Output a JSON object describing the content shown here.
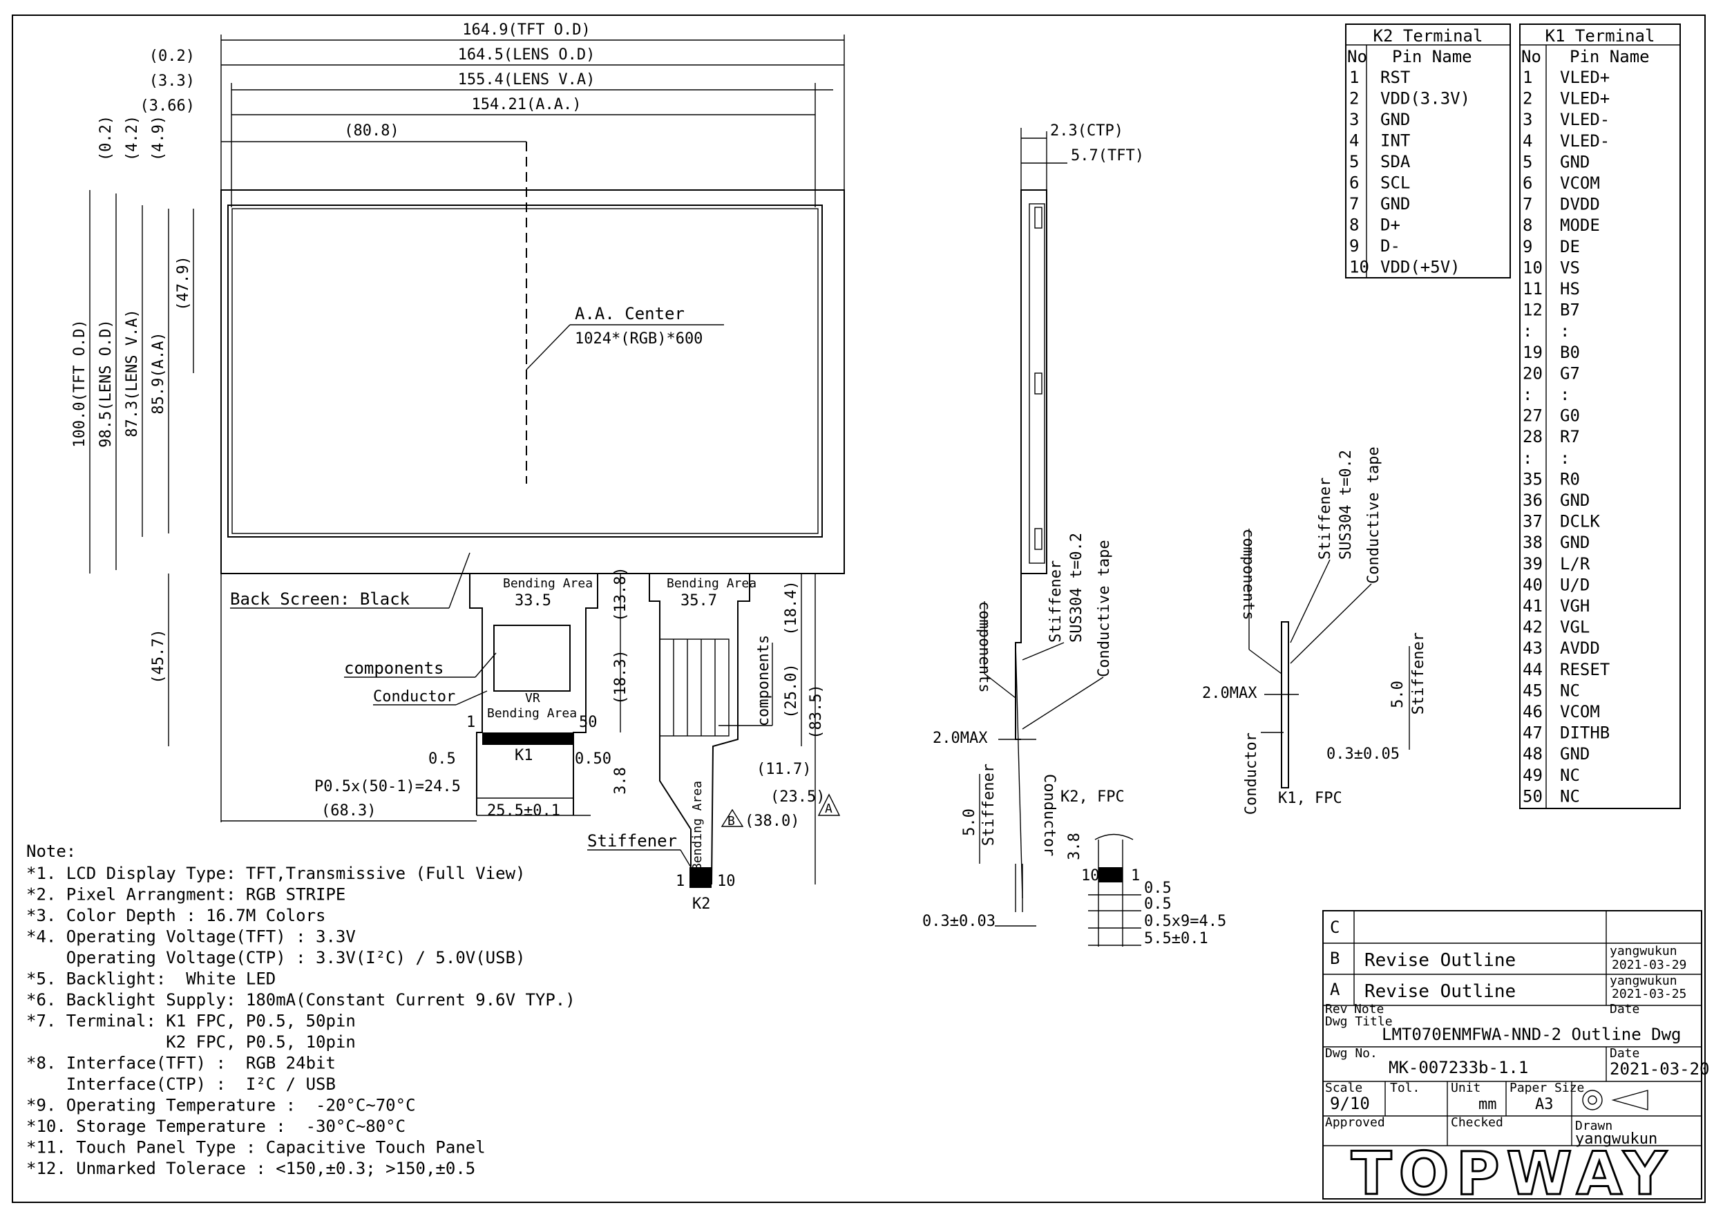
{
  "front_view": {
    "top_dims": [
      "164.9(TFT O.D)",
      "164.5(LENS O.D)",
      "155.4(LENS V.A)",
      "154.21(A.A.)"
    ],
    "left_small_dims": [
      "(0.2)",
      "(3.3)",
      "(3.66)"
    ],
    "offset_dim": "(80.8)",
    "vertical_dims": [
      "100.0(TFT O.D)",
      "98.5(LENS O.D)",
      "87.3(LENS V.A)",
      "85.9(A.A)",
      "(47.9)"
    ],
    "top_vertical_small": [
      "(0.2)",
      "(4.2)",
      "(4.9)"
    ],
    "center_label": "A.A. Center",
    "resolution": "1024*(RGB)*600",
    "back_screen": "Back Screen: Black",
    "dim_45_7": "(45.7)"
  },
  "fpc_view": {
    "bending_area_1": "Bending Area",
    "bending_value_1": "33.5",
    "bending_area_2": "Bending Area",
    "bending_value_2": "35.7",
    "bending_area_3": "Bending Area",
    "bending_area_4": "Bending Area",
    "components_1": "components",
    "components_2": "components",
    "conductor": "Conductor",
    "vr": "VR",
    "pin_1": "1",
    "pin_50": "50",
    "k1_label": "K1",
    "dim_0_5": "0.5",
    "dim_0_50": "0.50",
    "pitch": "P0.5x(50-1)=24.5",
    "dim_25_5": "25.5±0.1",
    "dim_68_3": "(68.3)",
    "dim_18_3": "(18.3)",
    "dim_13_8": "(13.8)",
    "dim_18_4": "(18.4)",
    "dim_25_0": "(25.0)",
    "dim_83_5": "(83.5)",
    "dim_3_8": "3.8",
    "dim_11_7": "(11.7)",
    "dim_23_5": "(23.5)",
    "dim_38_0": "(38.0)",
    "rev_b_mark": "B",
    "rev_a_mark": "A",
    "stiffener": "Stiffener",
    "k2_pin1": "1",
    "k2_pin10": "10",
    "k2_label": "K2"
  },
  "side_view": {
    "dim_cip": "2.3(CTP)",
    "dim_tft": "5.7(TFT)",
    "components": "components",
    "stiffener": "Stiffener",
    "sus": "SUS304 t=0.2",
    "conductive": "Conductive tape",
    "max": "2.0MAX",
    "stiffener_2": "Stiffener",
    "dim_5_0": "5.0",
    "conductor": "Conductor",
    "k2_fpc": "K2, FPC",
    "dim_3_8": "3.8",
    "dim_0_3": "0.3±0.03",
    "d1": "0.5",
    "d2": "0.5",
    "d3": "0.5x9=4.5",
    "d4": "5.5±0.1",
    "pin_10": "10",
    "pin_1": "1"
  },
  "k1_side": {
    "components": "components",
    "stiffener": "Stiffener",
    "sus": "SUS304 t=0.2",
    "conductive": "Conductive tape",
    "stiffener_2": "Stiffener",
    "dim_5_0": "5.0",
    "max": "2.0MAX",
    "conductor": "Conductor",
    "dim_0_3": "0.3±0.05",
    "label": "K1, FPC"
  },
  "k2_terminal": {
    "title": "K2 Terminal",
    "headers": [
      "No",
      "Pin Name"
    ],
    "rows": [
      [
        "1",
        "RST"
      ],
      [
        "2",
        "VDD(3.3V)"
      ],
      [
        "3",
        "GND"
      ],
      [
        "4",
        "INT"
      ],
      [
        "5",
        "SDA"
      ],
      [
        "6",
        "SCL"
      ],
      [
        "7",
        "GND"
      ],
      [
        "8",
        "D+"
      ],
      [
        "9",
        "D-"
      ],
      [
        "10",
        "VDD(+5V)"
      ]
    ]
  },
  "k1_terminal": {
    "title": "K1 Terminal",
    "headers": [
      "No",
      "Pin Name"
    ],
    "rows": [
      [
        "1",
        "VLED+"
      ],
      [
        "2",
        "VLED+"
      ],
      [
        "3",
        "VLED-"
      ],
      [
        "4",
        "VLED-"
      ],
      [
        "5",
        "GND"
      ],
      [
        "6",
        "VCOM"
      ],
      [
        "7",
        "DVDD"
      ],
      [
        "8",
        "MODE"
      ],
      [
        "9",
        "DE"
      ],
      [
        "10",
        "VS"
      ],
      [
        "11",
        "HS"
      ],
      [
        "12",
        "B7"
      ],
      [
        ":",
        ":"
      ],
      [
        "19",
        "B0"
      ],
      [
        "20",
        "G7"
      ],
      [
        ":",
        ":"
      ],
      [
        "27",
        "G0"
      ],
      [
        "28",
        "R7"
      ],
      [
        ":",
        ":"
      ],
      [
        "35",
        "R0"
      ],
      [
        "36",
        "GND"
      ],
      [
        "37",
        "DCLK"
      ],
      [
        "38",
        "GND"
      ],
      [
        "39",
        "L/R"
      ],
      [
        "40",
        "U/D"
      ],
      [
        "41",
        "VGH"
      ],
      [
        "42",
        "VGL"
      ],
      [
        "43",
        "AVDD"
      ],
      [
        "44",
        "RESET"
      ],
      [
        "45",
        "NC"
      ],
      [
        "46",
        "VCOM"
      ],
      [
        "47",
        "DITHB"
      ],
      [
        "48",
        "GND"
      ],
      [
        "49",
        "NC"
      ],
      [
        "50",
        "NC"
      ]
    ]
  },
  "notes": {
    "title": "Note:",
    "lines": [
      "*1. LCD Display Type: TFT,Transmissive (Full View)",
      "*2. Pixel Arrangment: RGB STRIPE",
      "*3. Color Depth : 16.7M Colors",
      "*4. Operating Voltage(TFT) : 3.3V",
      "    Operating Voltage(CTP) : 3.3V(I²C) / 5.0V(USB)",
      "*5. Backlight:  White LED",
      "*6. Backlight Supply: 180mA(Constant Current 9.6V TYP.)",
      "*7. Terminal: K1 FPC, P0.5, 50pin",
      "              K2 FPC, P0.5, 10pin",
      "*8. Interface(TFT) :  RGB 24bit",
      "    Interface(CTP) :  I²C / USB",
      "*9. Operating Temperature :  -20°C~70°C",
      "*10. Storage Temperature :  -30°C~80°C",
      "*11. Touch Panel Type : Capacitive Touch Panel",
      "*12. Unmarked Tolerace : <150,±0.3; >150,±0.5"
    ]
  },
  "title_block": {
    "rev_c": "C",
    "rev_b": "B",
    "rev_b_note": "Revise Outline",
    "rev_b_by": "yangwukun",
    "rev_b_date": "2021-03-29",
    "rev_a": "A",
    "rev_a_note": "Revise Outline",
    "rev_a_by": "yangwukun",
    "rev_a_date": "2021-03-25",
    "rev_label": "Rev",
    "note_label": "Note",
    "date_label": "Date",
    "dwg_title_label": "Dwg Title",
    "dwg_title": "LMT070ENMFWA-NND-2 Outline Dwg",
    "dwg_no_label": "Dwg No.",
    "dwg_no": "MK-007233b-1.1",
    "date_label_2": "Date",
    "date_value": "2021-03-20",
    "scale_label": "Scale",
    "scale_value": "9/10",
    "tol_label": "Tol.",
    "unit_label": "Unit",
    "unit_value": "mm",
    "paper_label": "Paper Size",
    "paper_value": "A3",
    "approved_label": "Approved",
    "checked_label": "Checked",
    "drawn_label": "Drawn",
    "drawn_by": "yangwukun",
    "logo": "TOPWAY"
  }
}
